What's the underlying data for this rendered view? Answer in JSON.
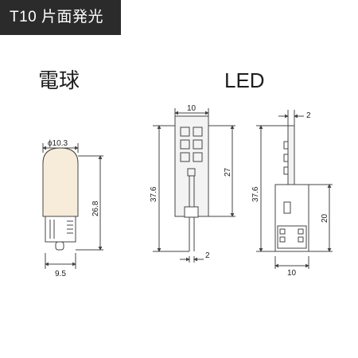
{
  "badge": {
    "text": "T10 片面発光"
  },
  "bulb": {
    "heading": "電球",
    "dims": {
      "diameter": "ϕ10.3",
      "height": "26.8",
      "base_width": "9.5"
    }
  },
  "led": {
    "heading": "LED",
    "front_dims": {
      "width": "10",
      "total_height": "37.6",
      "board_height": "27",
      "pin_width": "2"
    },
    "side_dims": {
      "thickness": "2",
      "total_height": "37.6",
      "socket_height": "20",
      "socket_width": "10"
    }
  },
  "colors": {
    "badge_bg": "#2b2b2b",
    "line": "#444444",
    "bulb_fill": "#f7ecd9",
    "board_fill": "#f3f3f3"
  }
}
